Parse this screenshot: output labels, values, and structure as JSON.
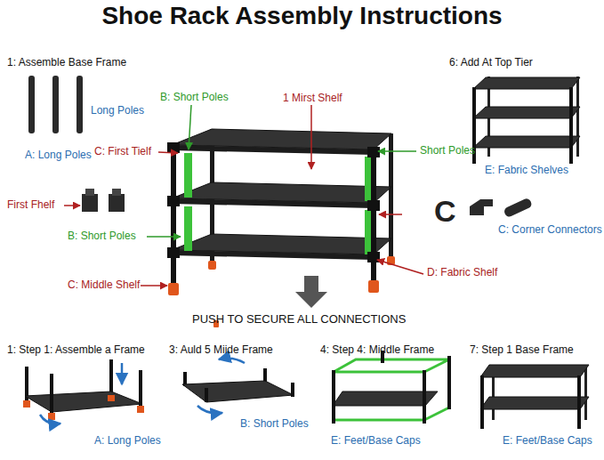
{
  "diagram": {
    "title": "Shoe Rack Assembly Instructions",
    "labels": [
      "1: Assemble Base Frame",
      "Long Poles",
      "A: Long Poles",
      "B: Short Poles",
      "1 Mirst Shelf",
      "6: Add At Top Tier",
      "C: First Tielf",
      "Short Poles",
      "First Fhelf",
      "E: Fabric Shelves",
      "C",
      "B: Short Poles",
      "C: Corner Connectors",
      "D: Fabric Shelf",
      "C: Middle Shelf",
      "PUSH TO SECURE ALL CONNECTIONS",
      "1: Step 1: Assemble a Frame",
      "3: Auld 5 Miide Frame",
      "4: Step 4:  Middle Frame",
      "7: Step 1 Base Frame",
      "A: Long Poles",
      "B: Short Poles",
      "E: Feet/Base Caps",
      "E: Feet/Base Caps"
    ]
  }
}
